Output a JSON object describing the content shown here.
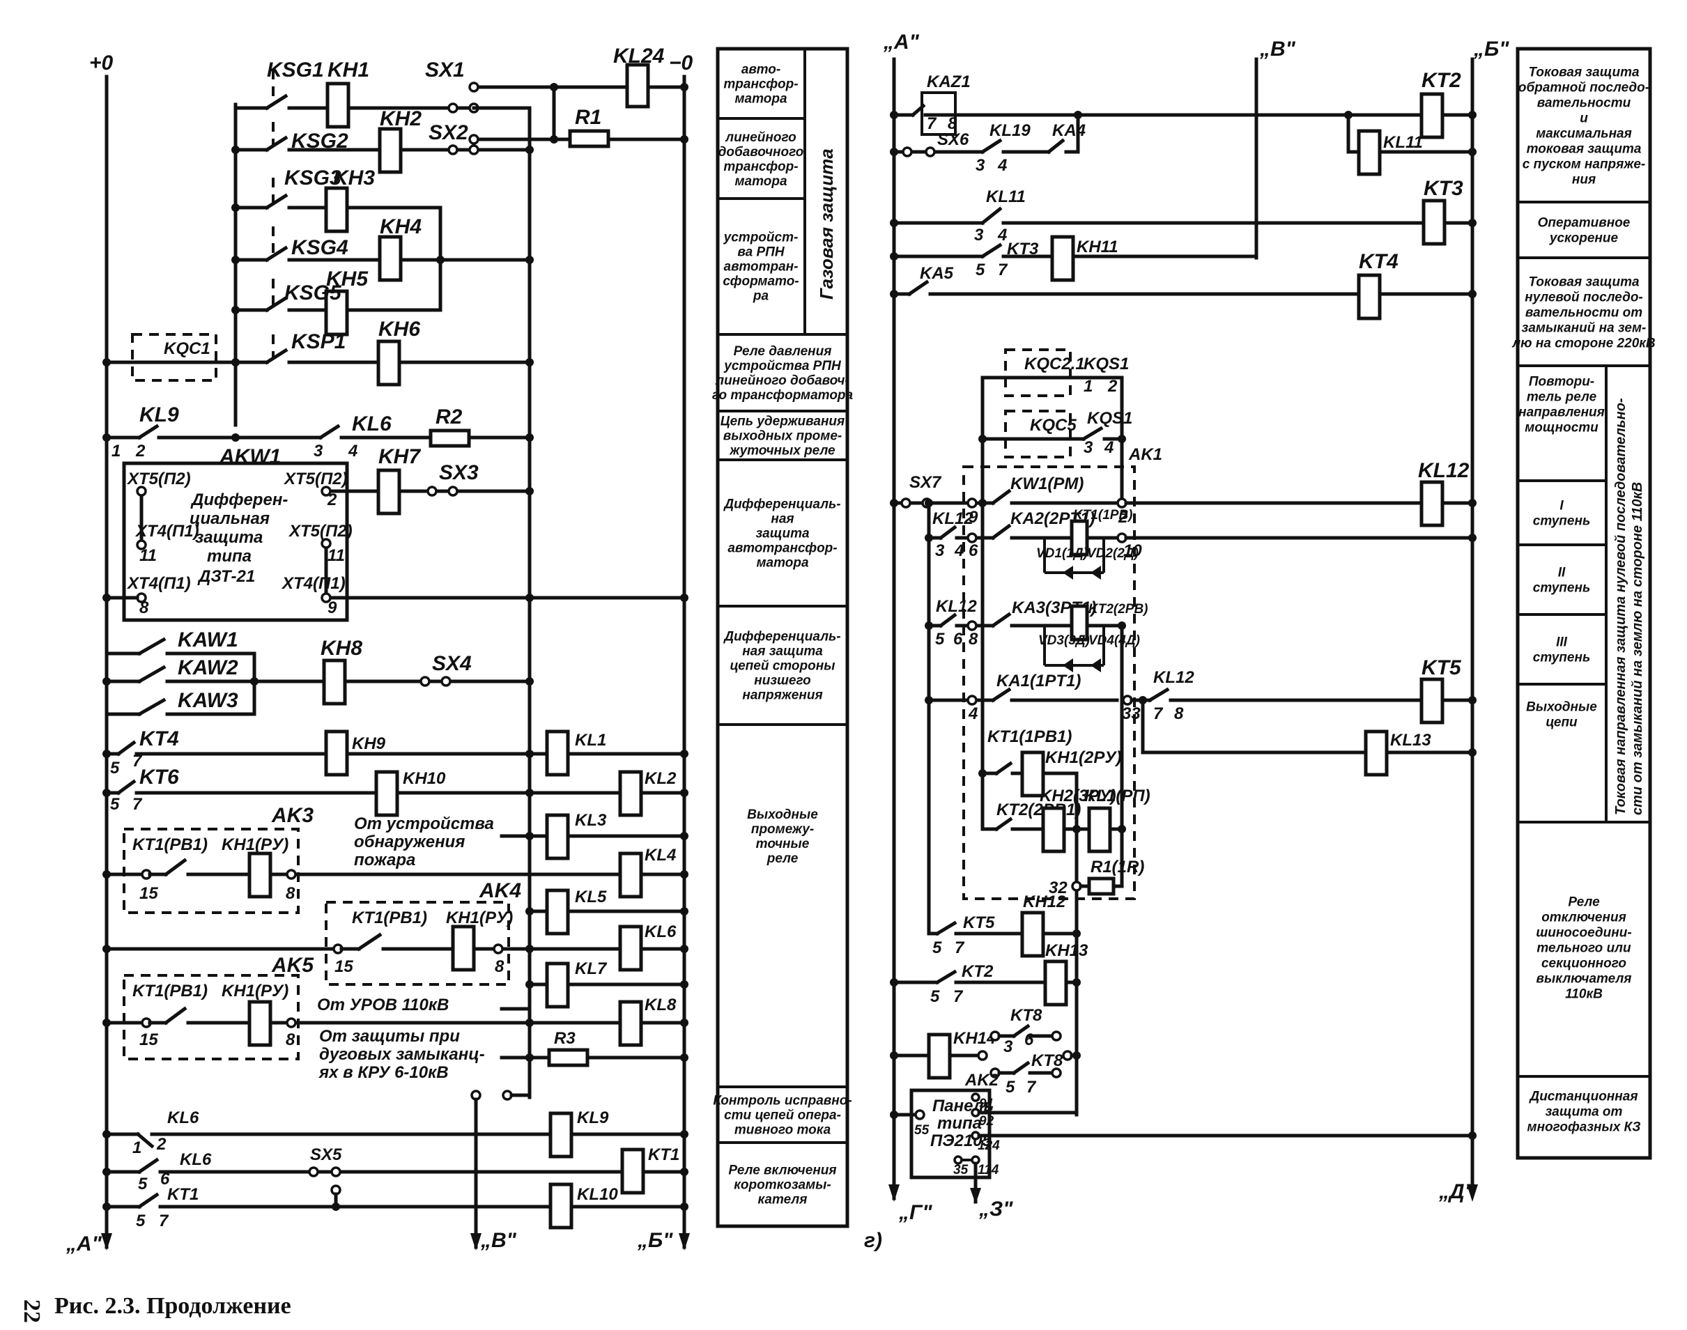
{
  "figure": {
    "caption": "Рис. 2.3. Продолжение",
    "page_number": "22",
    "subfigure_label": "г)"
  },
  "left_diagram": {
    "bus_plus": "+0",
    "bus_minus": "−0",
    "bus_labels_bottom": [
      "„А\"",
      "„В\"",
      "„Б\""
    ],
    "components": {
      "KSG1": "KSG1",
      "KSG2": "KSG2",
      "KSG3": "KSG3",
      "KSG4": "KSG4",
      "KSG5": "KSG5",
      "KSP1": "KSP1",
      "KH1": "KH1",
      "KH2": "KH2",
      "KH3": "KH3",
      "KH4": "KH4",
      "KH5": "KH5",
      "KH6": "KH6",
      "KH7": "KH7",
      "KH8": "KH8",
      "KH9": "KH9",
      "KH10": "KH10",
      "SX1": "SX1",
      "SX2": "SX2",
      "SX3": "SX3",
      "SX4": "SX4",
      "SX5": "SX5",
      "KL24": "KL24",
      "R1": "R1",
      "R2": "R2",
      "R3": "R3",
      "KQC1": "KQC1",
      "KL9_contact": "KL9",
      "KL6_contact": "KL6",
      "AKW1": "AKW1",
      "KAW1": "KAW1",
      "KAW2": "KAW2",
      "KAW3": "KAW3",
      "KT4": "KT4",
      "KT6": "KT6",
      "AK3": "AK3",
      "AK4": "AK4",
      "AK5": "AK5",
      "KT1_PB1": "KT1(PB1)",
      "KH1_PY": "KH1(PУ)",
      "KL1": "KL1",
      "KL2": "KL2",
      "KL3": "KL3",
      "KL4": "KL4",
      "KL5": "KL5",
      "KL6": "KL6",
      "KL7": "KL7",
      "KL8": "KL8",
      "KL9": "KL9",
      "KL10": "KL10",
      "KT1": "KT1",
      "KL6_a": "KL6",
      "KL6_b": "KL6",
      "KT1_contact": "KT1"
    },
    "dzt_block": {
      "title_lines": [
        "Дифферен-",
        "циальная",
        "защита",
        "типа",
        "ДЗТ-21"
      ],
      "terminals": [
        "XT5(П2)",
        "XT4(П1)",
        "XT5(П2)",
        "XT5(П2)",
        "XT4(П1)",
        "XT4(П1)"
      ],
      "pins": [
        "2",
        "11",
        "11",
        "8",
        "9"
      ]
    },
    "pins": {
      "kl9_1": "1",
      "kl9_2": "2",
      "kl6_3": "3",
      "kl6_4": "4",
      "kt4_5": "5",
      "kt4_7": "7",
      "kt6_5": "5",
      "kt6_7": "7",
      "ak_15": "15",
      "ak_8": "8",
      "kl6a_1": "1",
      "kl6a_2": "2",
      "kl6b_5": "5",
      "kl6b_6": "6",
      "kt1_5": "5",
      "kt1_7": "7"
    },
    "notes": {
      "fire": [
        "От устройства",
        "обнаружения",
        "пожара"
      ],
      "urov": "От УРОВ 110кВ",
      "arc": [
        "От защиты при",
        "дуговых замыканц-",
        "ях в КРУ 6-10кВ"
      ]
    }
  },
  "left_legend": [
    {
      "text": [
        "авто-",
        "трансфор-",
        "матора"
      ]
    },
    {
      "text": [
        "линейного",
        "добавочного",
        "трансфор-",
        "матора"
      ]
    },
    {
      "text": [
        "устройст-",
        "ва РПН",
        "автотран-",
        "сформато-",
        "ра"
      ]
    },
    {
      "text": [
        "Реле давления",
        "устройства РПН",
        "линейного добавоч-",
        "го трансформатора"
      ]
    },
    {
      "text": [
        "Цепь удерживания",
        "выходных проме-",
        "жуточных реле"
      ]
    },
    {
      "text": [
        "Дифференциаль-",
        "ная",
        "защита",
        "автотрансфор-",
        "матора"
      ]
    },
    {
      "text": [
        "Дифференциаль-",
        "ная защита",
        "цепей стороны",
        "низшего",
        "напряжения"
      ]
    },
    {
      "text": [
        "Выходные",
        "промежу-",
        "точные",
        "реле"
      ]
    },
    {
      "text": [
        "Контроль исправно-",
        "сти цепей опера-",
        "тивного тока"
      ]
    },
    {
      "text": [
        "Реле включения",
        "короткозамы-",
        "кателя"
      ]
    }
  ],
  "left_legend_group": "Газовая защита",
  "right_diagram": {
    "bus_labels_top": [
      "„А\"",
      "„В\"",
      "„Б\""
    ],
    "bus_labels_bottom": [
      "„Г\"",
      "„З\"",
      "„Д\""
    ],
    "components": {
      "KAZ1": "KAZ1",
      "SX6": "SX6",
      "KL19": "KL19",
      "KA4": "KA4",
      "KT2": "KT2",
      "KL11": "KL11",
      "KL11_contact": "KL11",
      "KT3": "KT3",
      "KT3_contact": "KT3",
      "KH11": "KH11",
      "KA5": "KA5",
      "KT4": "KT4",
      "KQC2_1": "KQC2.1",
      "KQS1_a": "KQS1",
      "KQC5": "KQC5",
      "KQS1_b": "KQS1",
      "AK1": "AK1",
      "SX7": "SX7",
      "KW1": "KW1(PM)",
      "KL12_coil": "KL12",
      "KL12_a": "KL12",
      "KA2": "KA2(2PT1)",
      "KT1_PB": "KT1(1PB)",
      "VD1": "VD1(1Д)",
      "VD2": "VD2(2Д)",
      "KL12_b": "KL12",
      "KA3": "KA3(3PT1)",
      "KT2_PB": "KT2(2PB)",
      "VD3": "VD3(3Д)",
      "VD4": "VD4(4Д)",
      "KA1": "KA1(1PT1)",
      "KL12_c": "KL12",
      "KT5": "KT5",
      "KL13": "KL13",
      "KT1_1PB1": "KT1(1PB1)",
      "KH1_2PY": "KH1(2PУ)",
      "KT2_2PB1": "KT2(2PB1)",
      "KH2_3PY": "KH2(3PУ)",
      "KL1_PП": "KL1(PП)",
      "R1_1R": "R1(1R)",
      "KT5_contact": "KT5",
      "KH12": "KH12",
      "KT2_contact": "KT2",
      "KH13": "KH13",
      "KH14": "KH14",
      "KT8_a": "KT8",
      "KT8_b": "KT8",
      "AK2": "AK2"
    },
    "pins": {
      "kaz_7": "7",
      "kaz_8": "8",
      "kl19_3": "3",
      "kl19_4": "4",
      "kl11_3": "3",
      "kl11_4": "4",
      "kt3_5": "5",
      "kt3_7": "7",
      "kqs_1": "1",
      "kqs_2": "2",
      "kqs_3": "3",
      "kqs_4": "4",
      "p9": "9",
      "p2": "2",
      "p6": "6",
      "p10": "10",
      "p8": "8",
      "p4": "4",
      "p33": "33",
      "p32": "32",
      "kl12a_3": "3",
      "kl12a_4": "4",
      "kl12b_5": "5",
      "kl12b_6": "6",
      "kl12c_7": "7",
      "kl12c_8": "8",
      "kt5_5": "5",
      "kt5_7": "7",
      "kt2_5": "5",
      "kt2_7": "7",
      "kt8_3": "3",
      "kt8_6": "6",
      "kt8_5": "5",
      "kt8_7": "7"
    },
    "panel": {
      "title_lines": [
        "Панель",
        "типа",
        "ПЭ2105"
      ],
      "pins": [
        "55",
        "91",
        "92",
        "124",
        "35",
        "114"
      ]
    }
  },
  "right_legend": [
    {
      "text": [
        "Токовая защита",
        "обратной последо-",
        "вательности",
        "и",
        "максимальная",
        "токовая защита",
        "с пуском напряже-",
        "ния"
      ]
    },
    {
      "text": [
        "Оперативное",
        "ускорение"
      ]
    },
    {
      "text": [
        "Токовая защита",
        "нулевой последо-",
        "вательности от",
        "замыканий на зем-",
        "лю на стороне 220кВ"
      ]
    },
    {
      "text": [
        "Повтори-",
        "тель реле",
        "направления",
        "мощности"
      ]
    },
    {
      "text": [
        "I",
        "ступень"
      ]
    },
    {
      "text": [
        "II",
        "ступень"
      ]
    },
    {
      "text": [
        "III",
        "ступень"
      ]
    },
    {
      "text": [
        "Выходные",
        "цепи"
      ]
    },
    {
      "text": [
        "Реле",
        "отключения",
        "шиносоедини-",
        "тельного или",
        "секционного",
        "выключателя",
        "110кВ"
      ]
    },
    {
      "text": [
        "Дистанционная",
        "защита от",
        "многофазных КЗ"
      ]
    }
  ],
  "right_legend_group": [
    "Токовая направленная защита нулевой последовательно-",
    "сти от замыканий на землю на стороне 110кВ"
  ]
}
